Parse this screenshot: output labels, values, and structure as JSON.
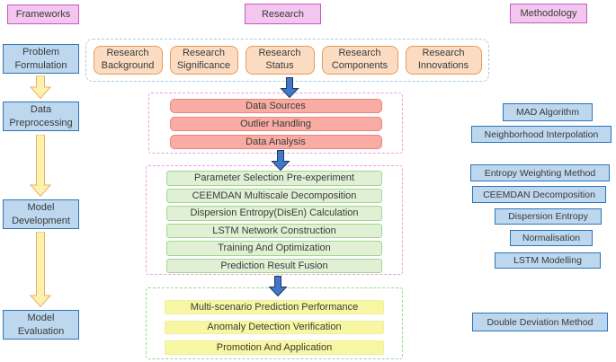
{
  "headers": {
    "frameworks": "Frameworks",
    "research": "Research",
    "methodology": "Methodology"
  },
  "frameworks_column": {
    "stages": [
      "Problem Formulation",
      "Data Preprocessing",
      "Model Development",
      "Model Evaluation"
    ]
  },
  "research_column": {
    "overview_items": [
      "Research Background",
      "Research Significance",
      "Research Status",
      "Research Components",
      "Research Innovations"
    ],
    "data_section": [
      "Data Sources",
      "Outlier Handling",
      "Data Analysis"
    ],
    "model_section": [
      "Parameter Selection Pre-experiment",
      "CEEMDAN Multiscale Decomposition",
      "Dispersion Entropy(DisEn) Calculation",
      "LSTM Network Construction",
      "Training And Optimization",
      "Prediction Result Fusion"
    ],
    "evaluation_section": [
      "Multi-scenario Prediction Performance",
      "Anomaly Detection Verification",
      "Promotion And Application"
    ]
  },
  "methodology_column": {
    "items": [
      "MAD Algorithm",
      "Neighborhood Interpolation",
      "Entropy Weighting Method",
      "CEEMDAN Decomposition",
      "Dispersion Entropy",
      "Normalisation",
      "LSTM Modelling",
      "Double Deviation Method"
    ]
  },
  "colors": {
    "header_fill": "#f2c6ee",
    "header_border": "#c35cbe",
    "stage_fill": "#bdd7ee",
    "stage_border": "#2e75b6",
    "overview_fill": "#fbdcc2",
    "overview_border": "#ed9a56",
    "data_fill": "#f9aca3",
    "data_border": "#f0837a",
    "model_fill": "#dff0d4",
    "model_border": "#a4d68c",
    "evaluation_fill": "#f7f7a3",
    "container_blue_dash": "#a3ccea",
    "container_pink_dash": "#f19cdd",
    "container_green_dash": "#97d88e",
    "flow_arrow_yellow": "#fbf2ac",
    "flow_arrow_yellow_border": "#f0ac6b",
    "flow_arrow_blue": "#4377c8",
    "flow_arrow_blue_border": "#1c3a5e"
  }
}
